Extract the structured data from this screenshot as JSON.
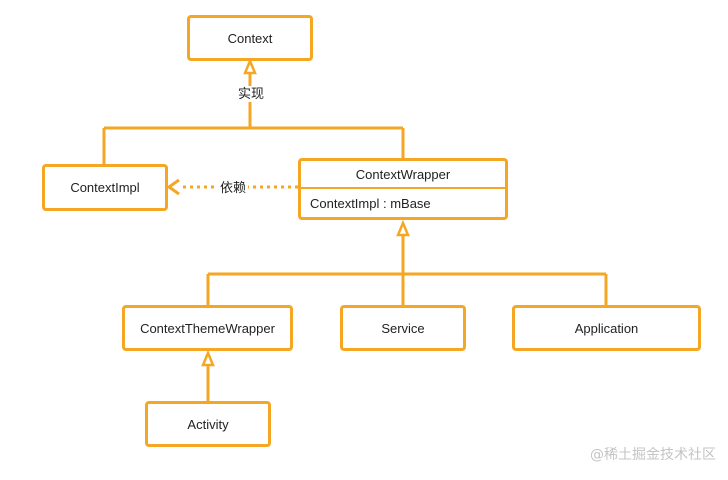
{
  "colors": {
    "accent": "#f5a623",
    "text": "#222222",
    "watermark": "#c4c4c4"
  },
  "nodes": {
    "context": "Context",
    "context_impl": "ContextImpl",
    "context_wrapper": "ContextWrapper",
    "context_wrapper_field": "ContextImpl : mBase",
    "context_theme_wrapper": "ContextThemeWrapper",
    "service": "Service",
    "application": "Application",
    "activity": "Activity"
  },
  "edges": {
    "implements_label": "实现",
    "depends_label": "依赖"
  },
  "watermark": "@稀土掘金技术社区"
}
